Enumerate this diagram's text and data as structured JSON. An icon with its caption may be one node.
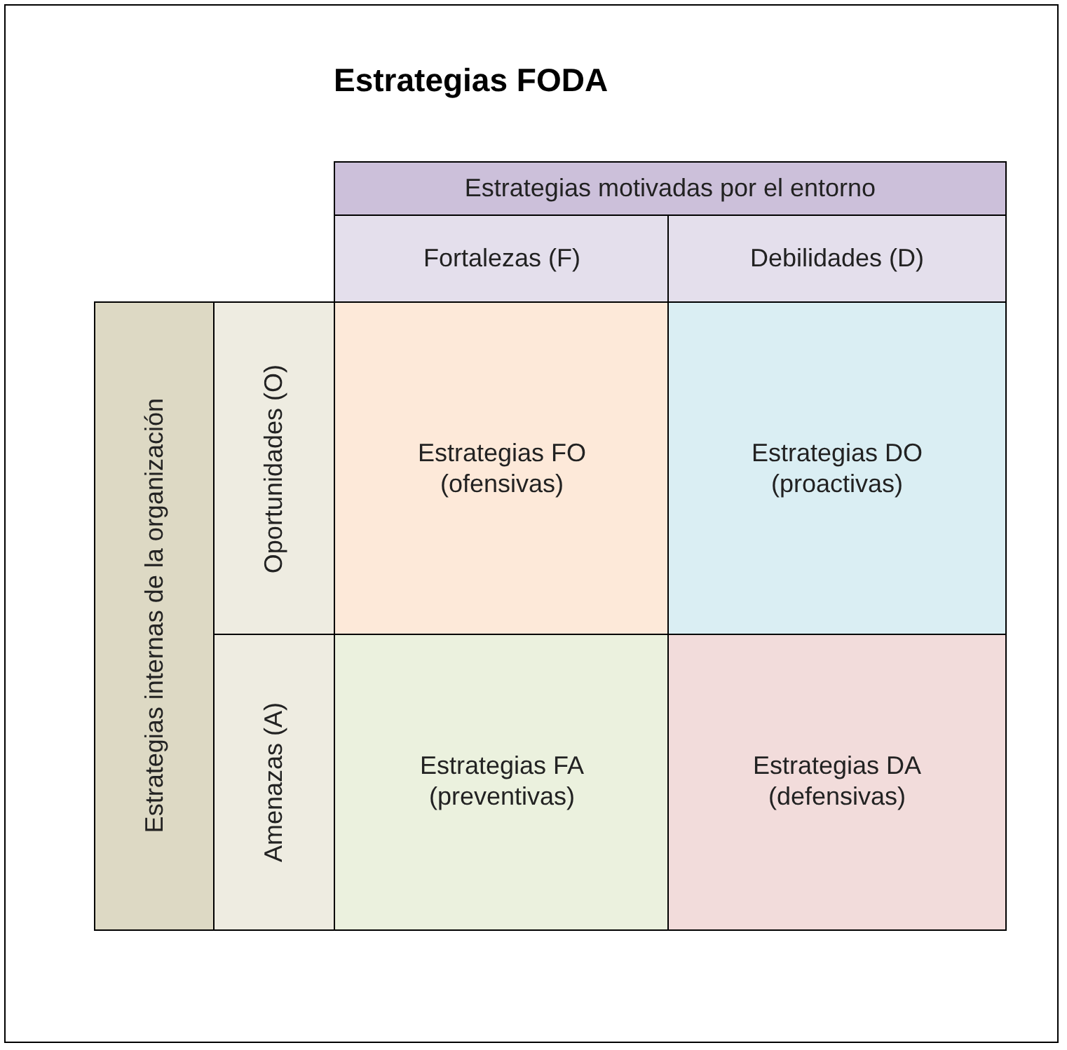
{
  "diagram": {
    "title": "Estrategias FODA",
    "nodes": [
      {
        "text": [
          "Estrategias motivadas por el entorno"
        ]
      },
      {
        "text": [
          "Fortalezas (F)"
        ]
      },
      {
        "text": [
          "Debilidades (D)"
        ]
      },
      {
        "text": [
          "Estrategias internas de la organización"
        ]
      },
      {
        "text": [
          "Oportunidades (O)"
        ]
      },
      {
        "text": [
          "Estrategias FO (ofensivas)"
        ]
      },
      {
        "text": [
          "Estrategias DO (proactivas)"
        ]
      },
      {
        "text": [
          "Amenazas (A)"
        ]
      },
      {
        "text": [
          "Estrategias FA (preventivas)"
        ]
      },
      {
        "text": [
          "Estrategias DA (defensivas)"
        ]
      }
    ]
  }
}
